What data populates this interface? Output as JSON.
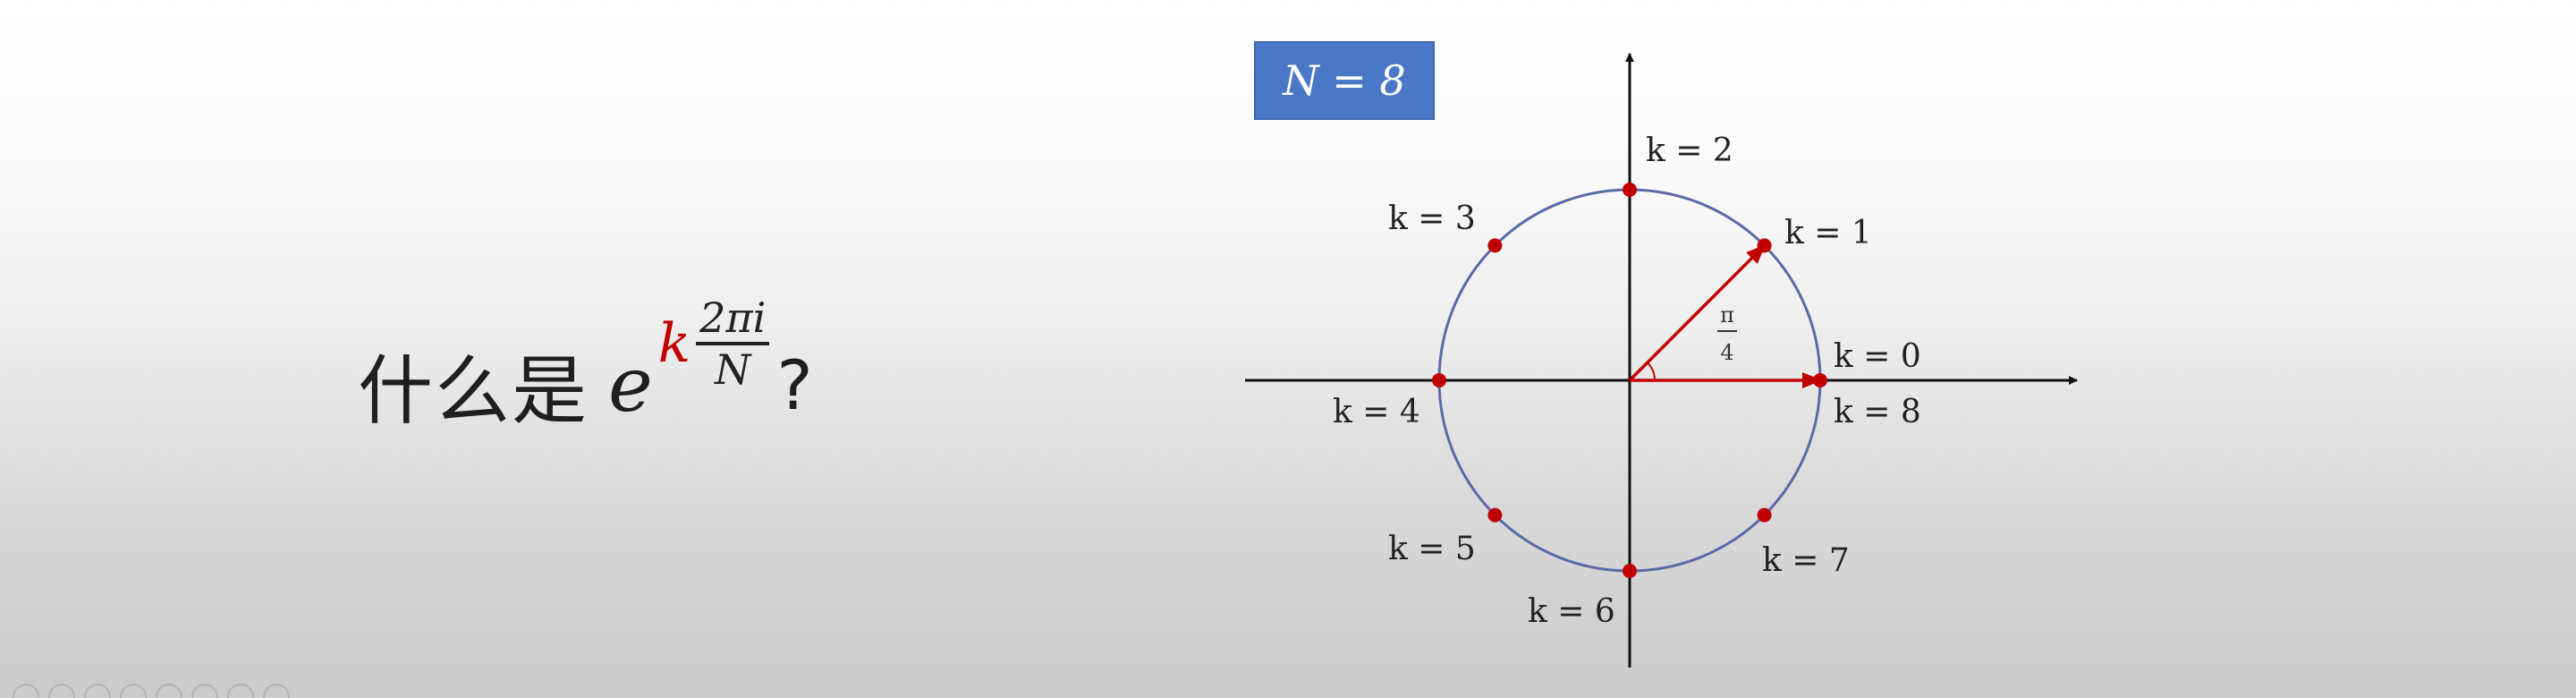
{
  "question": {
    "text": "什么是",
    "base": "e",
    "exponent_k": "k",
    "numerator": "2πi",
    "denominator": "N",
    "mark": "?"
  },
  "badge": {
    "label": "N = 8"
  },
  "diagram": {
    "N": 8,
    "angle_label": {
      "numerator": "π",
      "denominator": "4"
    },
    "points": [
      {
        "k": 0,
        "label": "k = 0"
      },
      {
        "k": 1,
        "label": "k = 1"
      },
      {
        "k": 2,
        "label": "k = 2"
      },
      {
        "k": 3,
        "label": "k = 3"
      },
      {
        "k": 4,
        "label": "k = 4"
      },
      {
        "k": 5,
        "label": "k = 5"
      },
      {
        "k": 6,
        "label": "k = 6"
      },
      {
        "k": 7,
        "label": "k = 7"
      },
      {
        "k": 8,
        "label": "k = 8"
      }
    ],
    "colors": {
      "circle": "#5a6aa8",
      "point": "#c00000",
      "vector": "#c00000",
      "axis": "#111111"
    }
  }
}
